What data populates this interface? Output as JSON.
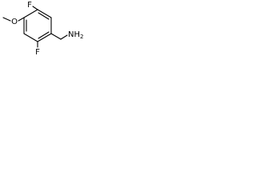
{
  "molecule": {
    "atoms": {
      "f_top": "F",
      "ome": "O",
      "f_bottom": "F",
      "amine": "NH",
      "amine_sub": "2"
    },
    "substituents": [
      "F",
      "O",
      "F",
      "NH2"
    ]
  }
}
